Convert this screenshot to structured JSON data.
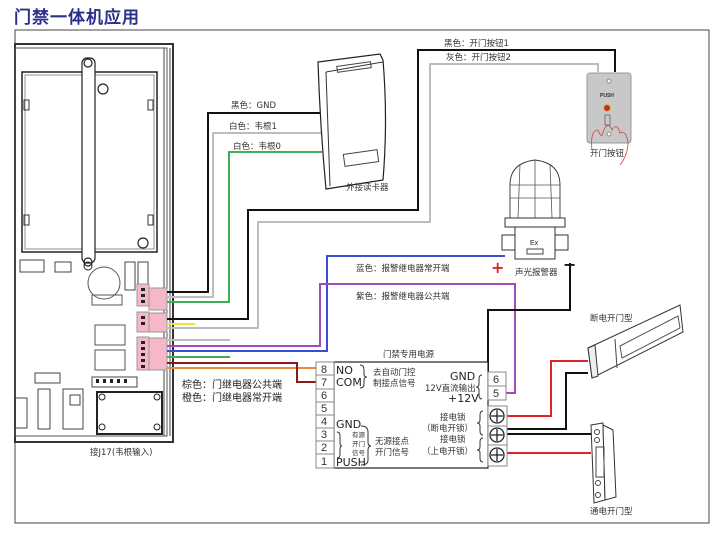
{
  "title": "门禁一体机应用",
  "colors": {
    "title": "#2a2f8a",
    "black_wire": "#111111",
    "gray_wire": "#bdbdbd",
    "green_wire": "#3fae55",
    "blue_wire": "#3b4fd6",
    "purple_wire": "#a24cb8",
    "brown_wire": "#8b1a1a",
    "orange_wire": "#e88a3a",
    "red_wire": "#e0242a",
    "yellow_wire": "#f0e040",
    "connector_pink": "#f4b8c8"
  },
  "card_reader": {
    "label": "外接读卡器",
    "wires": [
      {
        "label": "黑色：GND",
        "color": "black"
      },
      {
        "label": "白色：韦根1",
        "color": "gray"
      },
      {
        "label": "白色：韦根0",
        "color": "green"
      }
    ]
  },
  "exit_button": {
    "label": "开门按钮",
    "face_text": "PUSH",
    "wires": [
      {
        "label": "黑色：开门按钮1",
        "color": "black"
      },
      {
        "label": "灰色：开门按钮2",
        "color": "gray"
      }
    ]
  },
  "alarm": {
    "label": "声光报警器",
    "badge": "Ex",
    "plus": "+",
    "minus": "−",
    "wires": [
      {
        "label": "蓝色：报警继电器常开端",
        "color": "blue"
      },
      {
        "label": "紫色：报警继电器公共端",
        "color": "purple"
      }
    ]
  },
  "controller": {
    "bottom_label": "接J17(韦根输入)",
    "relay_wires": [
      {
        "label": "棕色：门继电器公共端"
      },
      {
        "label": "橙色：门继电器常开端"
      }
    ]
  },
  "power_supply": {
    "title": "门禁专用电源",
    "left_terminals": [
      "8",
      "7",
      "6",
      "5",
      "4",
      "3",
      "2",
      "1"
    ],
    "no_label": "NO",
    "com_label": "COM",
    "auto_door_label_1": "去自动门控",
    "auto_door_label_2": "制接点信号",
    "gnd_label": "GND",
    "push_label": "PUSH",
    "active_label_1": "有源",
    "active_label_2": "开门",
    "active_label_3": "信号",
    "dry_contact_label_1": "无源接点",
    "dry_contact_label_2": "开门信号",
    "right_terminals": [
      "6",
      "5"
    ],
    "out_gnd": "GND",
    "out_dc": "12V直流输出",
    "out_12v": "+12V",
    "lock1_label_1": "接电锁",
    "lock1_label_2": "（断电开锁）",
    "lock2_label_1": "接电锁",
    "lock2_label_2": "（上电开锁）"
  },
  "mag_lock": {
    "label": "断电开门型"
  },
  "strike_lock": {
    "label": "通电开门型"
  }
}
